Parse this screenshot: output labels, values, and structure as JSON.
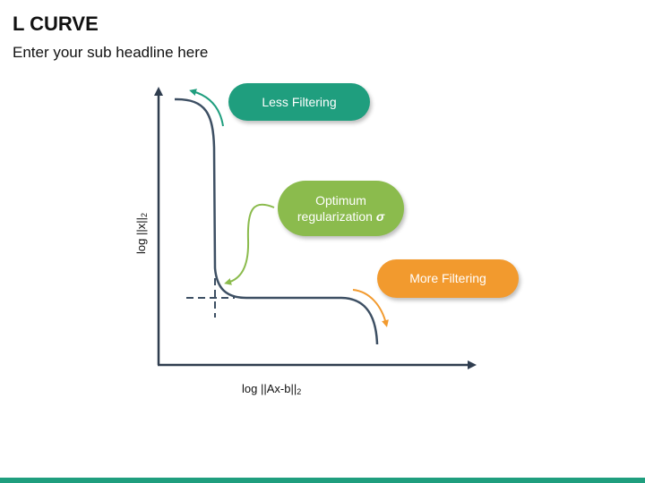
{
  "header": {
    "title": "L CURVE",
    "subtitle": "Enter your sub headline here"
  },
  "diagram": {
    "callouts": {
      "less_filtering": "Less Filtering",
      "optimum_line1": "Optimum",
      "optimum_line2": "regularization",
      "optimum_symbol": "σ",
      "more_filtering": "More Filtering"
    },
    "x_axis_label": "log ||Ax-b||",
    "x_axis_subscript": "2",
    "y_axis_label": "log ||x||",
    "y_axis_subscript": "2"
  },
  "colors": {
    "curve": "#3d4f63",
    "axis": "#2f3d4f",
    "less_filtering": "#1f9e7e",
    "optimum": "#8bbb4d",
    "more_filtering": "#f29a2e",
    "footer": "#1f9e7e"
  }
}
